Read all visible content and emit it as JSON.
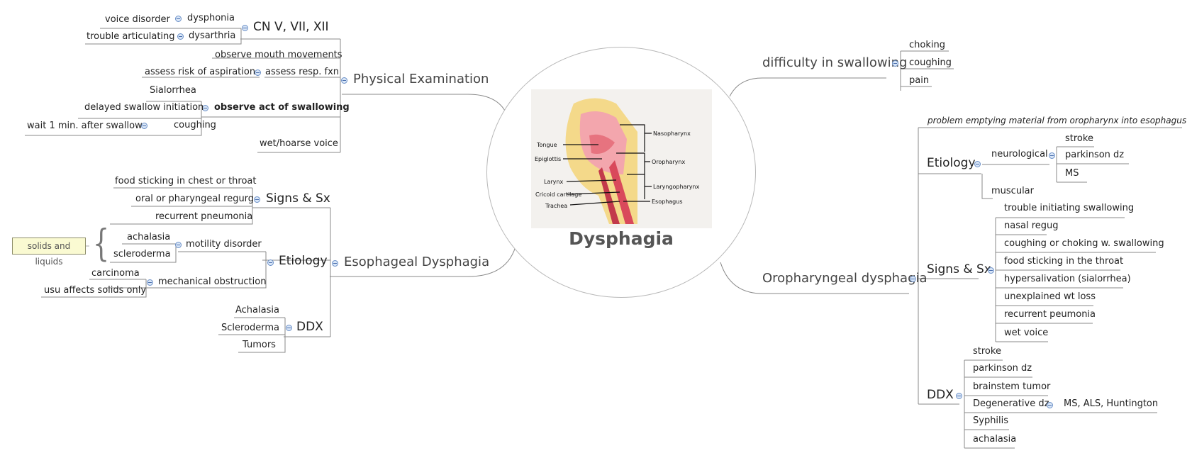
{
  "central": {
    "title": "Dysphagia",
    "illustration": "throat-anatomy-illustration",
    "labels": [
      "Tongue",
      "Epiglottis",
      "Larynx",
      "Cricoid cartilage",
      "Trachea",
      "Nasopharynx",
      "Oropharynx",
      "Laryngopharynx",
      "Esophagus"
    ]
  },
  "right": {
    "difficulty": {
      "label": "difficulty in swallowing",
      "items": [
        "choking",
        "coughing",
        "pain"
      ]
    },
    "oro": {
      "label": "Oropharyngeal dysphagia",
      "definition": "problem emptying material from oropharynx into esophagus",
      "etiology": {
        "label": "Etiology",
        "neuro": "neurological",
        "neuro_items": [
          "stroke",
          "parkinson dz",
          "MS"
        ],
        "muscular": "muscular"
      },
      "signs": {
        "label": "Signs & Sx",
        "items": [
          "trouble initiating swallowing",
          "nasal regug",
          "coughing or choking w. swallowing",
          "food sticking in the throat",
          "hypersalivation (sialorrhea)",
          "unexplained wt loss",
          "recurrent peumonia",
          "wet voice"
        ]
      },
      "ddx": {
        "label": "DDX",
        "items": [
          "stroke",
          "parkinson dz",
          "brainstem tumor",
          "Degenerative dz",
          "Syphilis",
          "achalasia"
        ],
        "degenerative_detail": "MS, ALS, Huntington"
      }
    }
  },
  "left": {
    "physical": {
      "label": "Physical Examination",
      "cn": {
        "label": "CN V, VII, XII",
        "dysphonia": "dysphonia",
        "voice_disorder": "voice disorder",
        "dysarthria": "dysarthria",
        "trouble": "trouble articulating"
      },
      "mouth": "observe mouth movements",
      "resp": {
        "label": "assess resp. fxn",
        "risk": "assess risk of aspiration"
      },
      "act": {
        "label": "observe act of swallowing",
        "sialorrhea": "Sialorrhea",
        "delayed": "delayed swallow initiation",
        "coughing": "coughing",
        "wait": "wait 1 min. after swallow"
      },
      "wet": "wet/hoarse voice"
    },
    "esophageal": {
      "label": "Esophageal Dysphagia",
      "signs": {
        "label": "Signs & Sx",
        "items": [
          "food sticking in chest or throat",
          "oral or pharyngeal regurg",
          "recurrent pneumonia"
        ]
      },
      "etiology": {
        "label": "Etiology",
        "motility": "motility disorder",
        "motility_items": [
          "achalasia",
          "scleroderma"
        ],
        "note": "solids and liquids",
        "mech": "mechanical obstruction",
        "mech_items": [
          "carcinoma",
          "usu affects solids only"
        ]
      },
      "ddx": {
        "label": "DDX",
        "items": [
          "Achalasia",
          "Scleroderma",
          "Tumors"
        ]
      }
    }
  }
}
